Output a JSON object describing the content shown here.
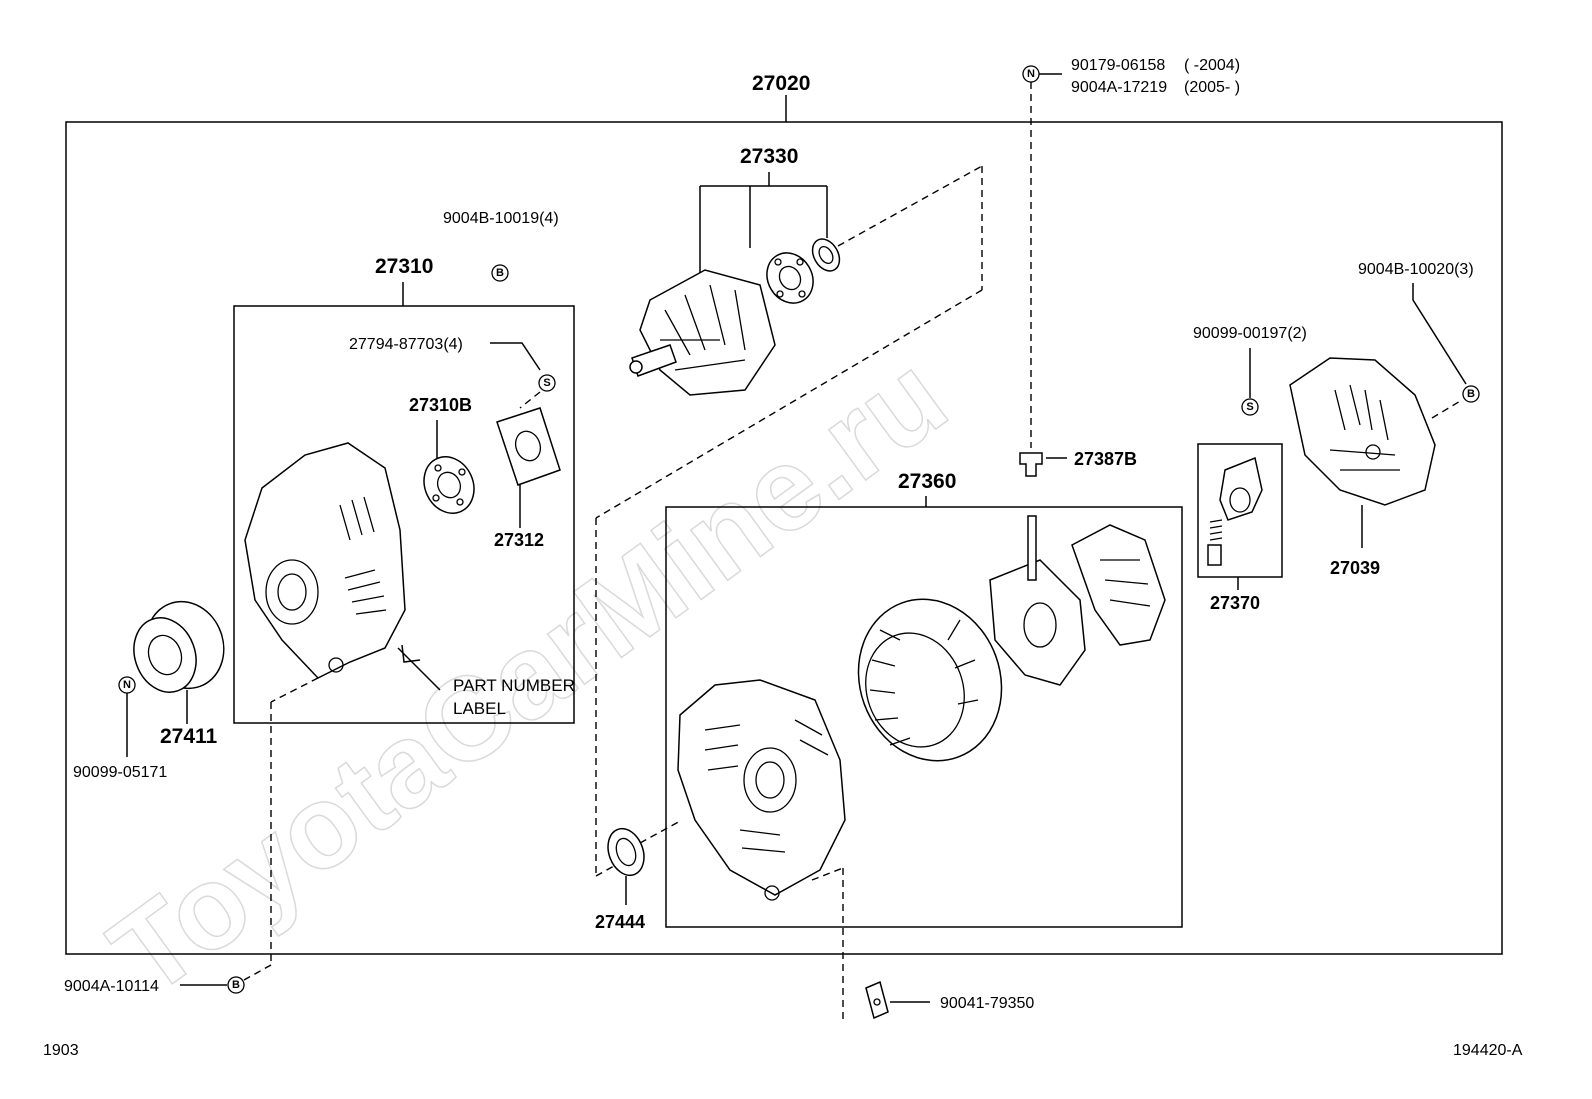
{
  "diagram": {
    "watermark": "ToyotaCarMine.ru",
    "footer_left": "1903",
    "footer_right": "194420-A",
    "note_label_line1": "PART NUMBER",
    "note_label_line2": "LABEL",
    "marks": {
      "n": "N",
      "b": "B",
      "s": "S"
    },
    "parts": {
      "p27020": "27020",
      "p27330": "27330",
      "p27310": "27310",
      "p27310b": "27310B",
      "p27312": "27312",
      "p27794": "27794-87703(4)",
      "p9004b10019": "9004B-10019(4)",
      "p90179a": "90179-06158",
      "p90179a_range": "(        -2004)",
      "p9004a17219": "9004A-17219",
      "p9004a17219_range": "(2005-        )",
      "p27387b": "27387B",
      "p27360": "27360",
      "p9004b10020": "9004B-10020(3)",
      "p90099_00197": "90099-00197(2)",
      "p27039": "27039",
      "p27370": "27370",
      "p27411": "27411",
      "p90099_05171": "90099-05171",
      "p27444": "27444",
      "p9004a10114": "9004A-10114",
      "p90041": "90041-79350"
    }
  }
}
